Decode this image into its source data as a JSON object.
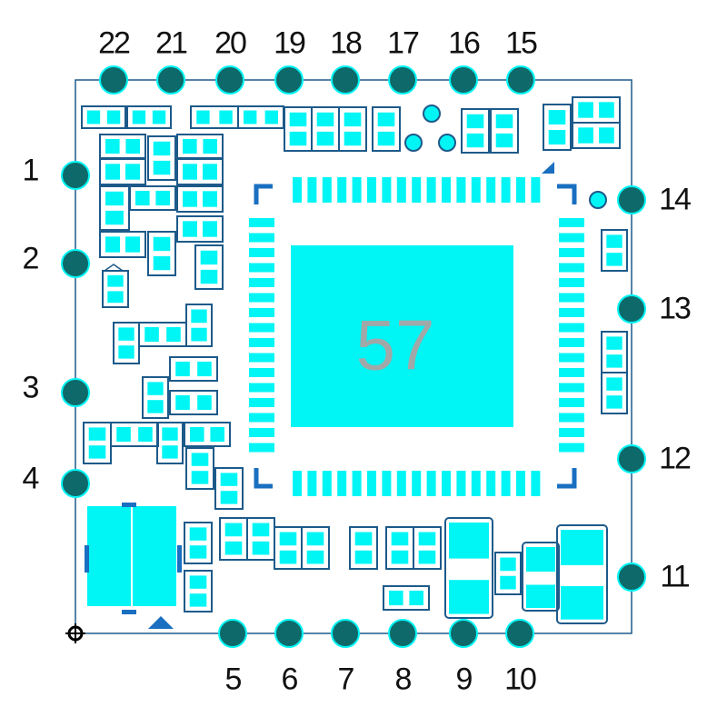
{
  "diagram": {
    "title": "PCB module footprint",
    "chip_label": "57",
    "pins": {
      "top": [
        "22",
        "21",
        "20",
        "19",
        "18",
        "17",
        "16",
        "15"
      ],
      "left": [
        "1",
        "2",
        "3",
        "4"
      ],
      "right": [
        "14",
        "13",
        "12",
        "11"
      ],
      "bottom": [
        "5",
        "6",
        "7",
        "8",
        "9",
        "10"
      ]
    },
    "colors": {
      "pad": "#00f5f5",
      "outline": "#1d5a8a",
      "pin": "#0e6a6a",
      "marker": "#1a6fc0",
      "label": "#a0a8a8"
    }
  }
}
